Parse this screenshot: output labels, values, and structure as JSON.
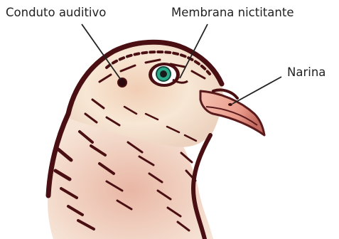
{
  "labels": {
    "ear_canal": "Conduto auditivo",
    "nictitating_membrane": "Membrana nictitante",
    "nostril": "Narina"
  },
  "colors": {
    "outline": "#4a0f12",
    "feather_light": "#f6e6d2",
    "feather_blush": "#e8b49c",
    "beak": "#eea99a",
    "beak_tip": "#5a1a1c",
    "eye_ring": "#ffffff",
    "iris": "#2aa88a",
    "pupil": "#1a1a1a",
    "leader_line": "#222222",
    "label_text": "#222222"
  }
}
